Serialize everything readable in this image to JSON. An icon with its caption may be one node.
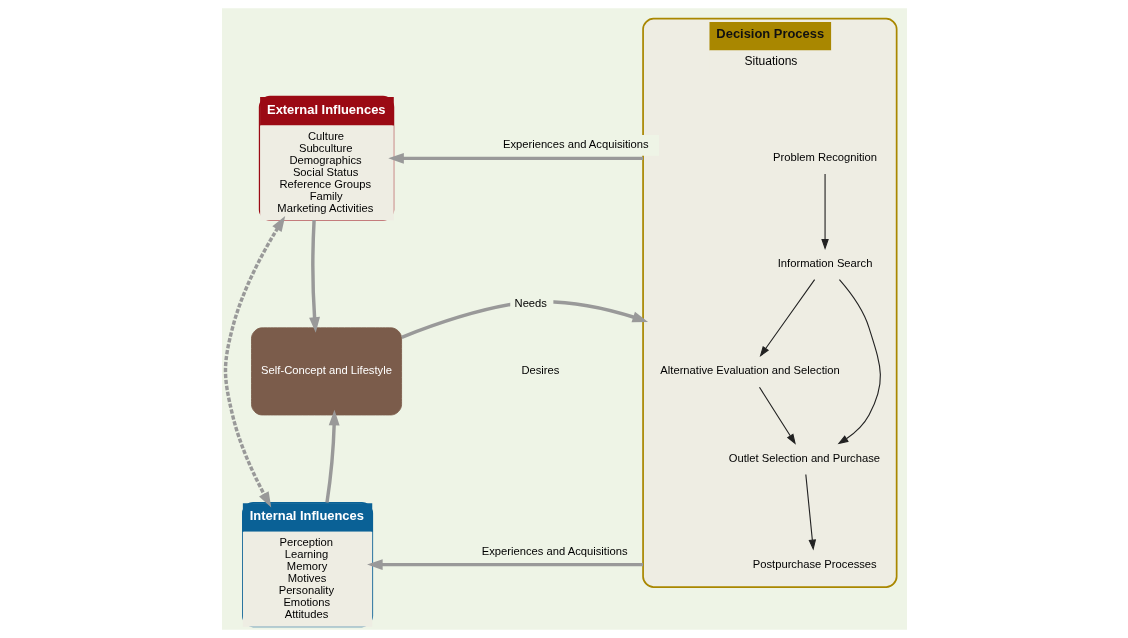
{
  "diagram": {
    "nodes": [
      {
        "text": [
          "External Influences",
          "Culture",
          "Subculture",
          "Demographics",
          "Social Status",
          "Reference Groups",
          "Family",
          "Marketing Activities"
        ]
      },
      {
        "text": [
          "Internal Influences",
          "Perception",
          "Learning",
          "Memory",
          "Motives",
          "Personality",
          "Emotions",
          "Attitudes"
        ]
      },
      {
        "text": [
          "Self-Concept and Lifestyle"
        ]
      },
      {
        "text": [
          "Decision Process",
          "Situations"
        ]
      },
      {
        "text": [
          "Problem Recognition"
        ],
        "in": 3
      },
      {
        "text": [
          "Information Search"
        ],
        "in": 3
      },
      {
        "text": [
          "Alternative Evaluation and Selection"
        ],
        "in": 3
      },
      {
        "text": [
          "Outlet Selection and Purchase"
        ],
        "in": 3
      },
      {
        "text": [
          "Postpurchase Processes"
        ],
        "in": 3
      }
    ],
    "edges": [
      {
        "from": 3,
        "to": 0,
        "arrow": "to",
        "label": "Experiences and Acquisitions"
      },
      {
        "from": 0,
        "to": 2,
        "arrow": "to"
      },
      {
        "from": 0,
        "to": 1,
        "arrow": "both",
        "style": "dashed"
      },
      {
        "from": 1,
        "to": 2,
        "arrow": "to"
      },
      {
        "from": 2,
        "to": 3,
        "arrow": "to",
        "label": "Needs"
      },
      {
        "from": 4,
        "to": 5,
        "arrow": "to",
        "color": "#222222"
      },
      {
        "from": 5,
        "to": 6,
        "arrow": "to",
        "color": "#222222"
      },
      {
        "from": 6,
        "to": 7,
        "arrow": "to",
        "color": "#222222"
      },
      {
        "from": 5,
        "to": 7,
        "arrow": "to",
        "color": "#222222"
      },
      {
        "from": 7,
        "to": 8,
        "arrow": "to",
        "color": "#222222"
      },
      {
        "from": 3,
        "to": 1,
        "arrow": "to",
        "label": "Experiences and Acquisitions"
      }
    ],
    "labels": [
      "Desires"
    ]
  }
}
